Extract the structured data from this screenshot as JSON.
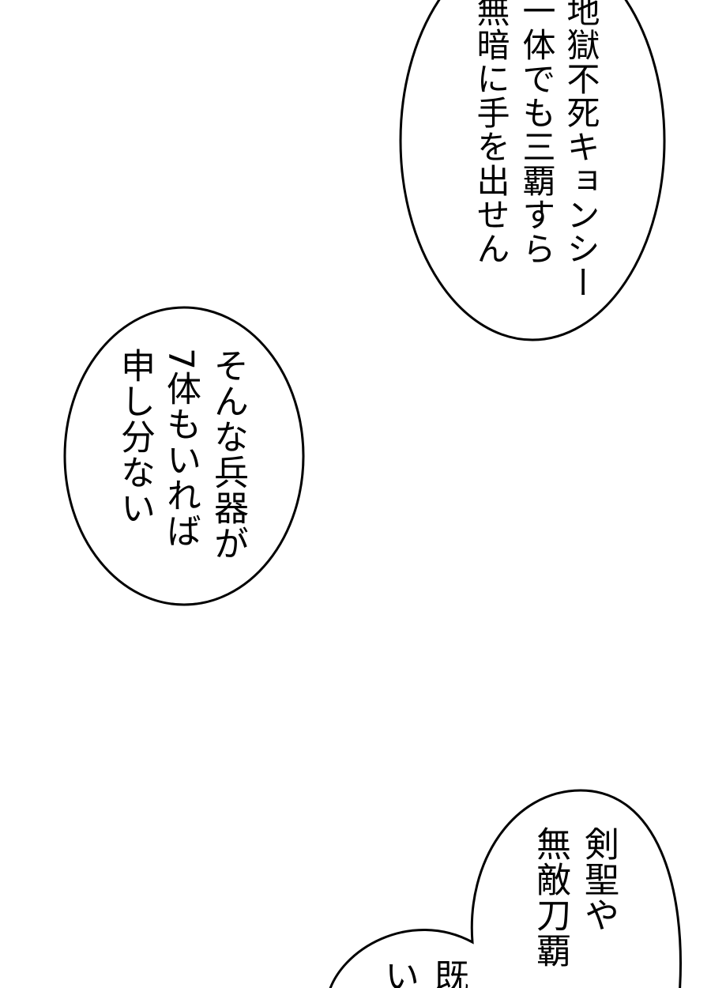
{
  "bubbles": [
    {
      "lines": [
        "地獄不死キョンシー",
        "一体でも三覇すら",
        "無暗に手を出せん"
      ]
    },
    {
      "lines": [
        "そんな兵器が",
        "7体もいれば",
        "申し分ない"
      ]
    },
    {
      "lines": [
        "剣聖や",
        "無敵刀覇",
        "既",
        "い"
      ]
    }
  ],
  "colors": {
    "background": "#ffffff",
    "ink": "#000000"
  }
}
